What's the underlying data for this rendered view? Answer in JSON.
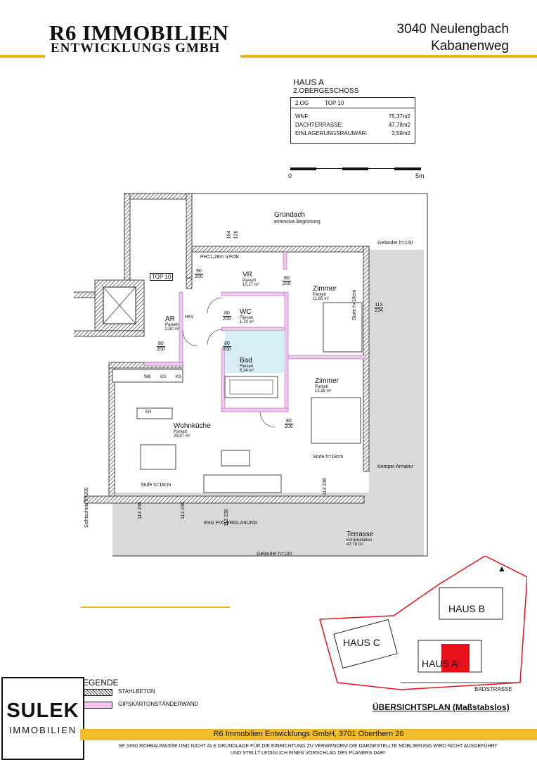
{
  "header": {
    "company_line1": "R6 IMMOBILIEN",
    "company_line2": "ENTWICKLUNGS GMBH",
    "address_line1": "3040 Neulengbach",
    "address_line2": "Kabanenweg"
  },
  "unit": {
    "building": "HAUS A",
    "floor": "2.OBERGESCHOSS",
    "floor_short": "2.OG",
    "top": "TOP 10",
    "rows": [
      {
        "label": "WNF:",
        "value": "75,37m2"
      },
      {
        "label": "DACHTERRASSE:",
        "value": "47,78m2"
      },
      {
        "label": "EINLAGERUNGSRAUM/AR:",
        "value": "2,59m2"
      }
    ]
  },
  "scale": {
    "start": "0",
    "end": "5m"
  },
  "plan": {
    "roof_title": "Gründach",
    "roof_sub": "extensive Begrünung",
    "railing_top": "Geländer h=100",
    "railing_bottom": "Geländer h=100",
    "top_tag": "TOP 10",
    "ph_note": "PH=1,28m ü.FOK",
    "dim_top1": "164",
    "dim_top2": "126",
    "rooms": [
      {
        "name": "VR",
        "floor": "Parkett",
        "area": "10,17 m²"
      },
      {
        "name": "WC",
        "floor": "Fliesen",
        "area": "1,79 m²"
      },
      {
        "name": "AR",
        "floor": "Parkett",
        "area": "2,90 m²"
      },
      {
        "name": "Bad",
        "floor": "Fliesen",
        "area": "6,34 m²"
      },
      {
        "name": "Zimmer",
        "floor": "Parkett",
        "area": "11,85 m²"
      },
      {
        "name": "Zimmer",
        "floor": "Parkett",
        "area": "13,35 m²"
      },
      {
        "name": "Wohnküche",
        "floor": "Parkett",
        "area": "29,97 m²"
      },
      {
        "name": "Terrasse",
        "floor": "Estrichplatten",
        "area": "47,78 m²"
      }
    ],
    "doors": [
      {
        "w": "90",
        "h": "200"
      },
      {
        "w": "80",
        "h": "200"
      },
      {
        "w": "80",
        "h": "200"
      },
      {
        "w": "80",
        "h": "200"
      },
      {
        "w": "80",
        "h": "200"
      },
      {
        "w": "80",
        "h": "200"
      }
    ],
    "windows": [
      {
        "w": "113",
        "h": "234"
      },
      {
        "w": "113",
        "h": "236"
      },
      {
        "w": "113",
        "h": "236"
      },
      {
        "w": "113",
        "h": "236"
      },
      {
        "w": "113",
        "h": "236"
      }
    ],
    "hkv": "HKV",
    "kitchen": [
      "WB",
      "GS",
      "KS"
    ],
    "eh": "EH",
    "stufe1": "Stufe h=18cm",
    "stufe2": "Stufe h=18cm",
    "stufe3": "Stufe h=18cm",
    "esg": "ESG FIXVERGLASUNG",
    "kemper": "Kemper Armatur",
    "sichtschutz": "Sichtschutz h=200"
  },
  "site": {
    "buildings": [
      "HAUS B",
      "HAUS C",
      "HAUS A"
    ],
    "street": "BADSTRASSE",
    "title": "ÜBERSICHTSPLAN (Maßstabslos)",
    "highlight_color": "#e8111b"
  },
  "legend": {
    "title": "EGENDE",
    "items": [
      "STAHLBETON",
      "GIPSKARTONSTÄNDERWAND"
    ]
  },
  "brand": {
    "line1": "SULEK",
    "line2": "IMMOBILIEN"
  },
  "footer": {
    "company": "R6 Immobilien Entwicklungs GmbH, 3701 Oberthern 26",
    "note1": "SE SIND ROHBAUMASSE UND NICHT ALS GRUNDLAGE FÜR DIE EINRICHTUNG ZU VERWENDEN! DIE DARGESTELLTE MÖBLIERUNG WIRD NICHT AUSGEFÜHRT",
    "note2": "UND STELLT LEDIGLICH EINEN VORSCHLAG DES PLANERS DAR!"
  },
  "colors": {
    "accent": "#e9b21c",
    "drywall": "#f1c6f1",
    "terrace": "#d9d9d9"
  }
}
